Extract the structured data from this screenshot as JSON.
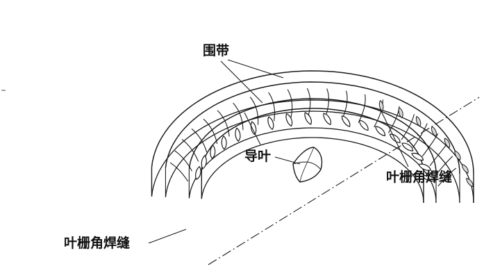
{
  "labels": {
    "shroud": "围带",
    "guide_vane": "导叶",
    "fillet_weld_right": "叶栅角焊缝",
    "fillet_weld_left": "叶栅角焊缝"
  },
  "colors": {
    "stroke": "#1a1a1a",
    "fill": "#ffffff",
    "shade": "#d9d9d9"
  }
}
